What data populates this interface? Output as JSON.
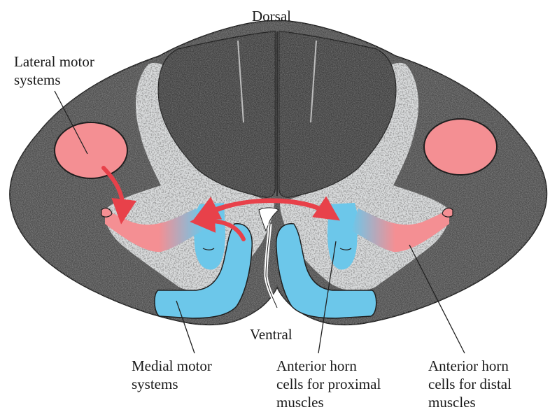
{
  "figure": {
    "orientation": {
      "top": "Dorsal",
      "bottom": "Ventral"
    },
    "labels": {
      "lateral_motor_systems": [
        "Lateral motor",
        "systems"
      ],
      "medial_motor_systems": [
        "Medial motor",
        "systems"
      ],
      "anterior_horn_proximal": [
        "Anterior horn",
        "cells for proximal",
        "muscles"
      ],
      "anterior_horn_distal": [
        "Anterior horn",
        "cells for distal",
        "muscles"
      ]
    },
    "colors": {
      "white_matter": "#4a4a4a",
      "gray_matter": "#d9dbdc",
      "lateral_region": "#f48f93",
      "medial_region": "#6cc7ea",
      "arrow": "#e8414a",
      "outline": "#1f1f1f",
      "leader_line": "#222222"
    }
  }
}
